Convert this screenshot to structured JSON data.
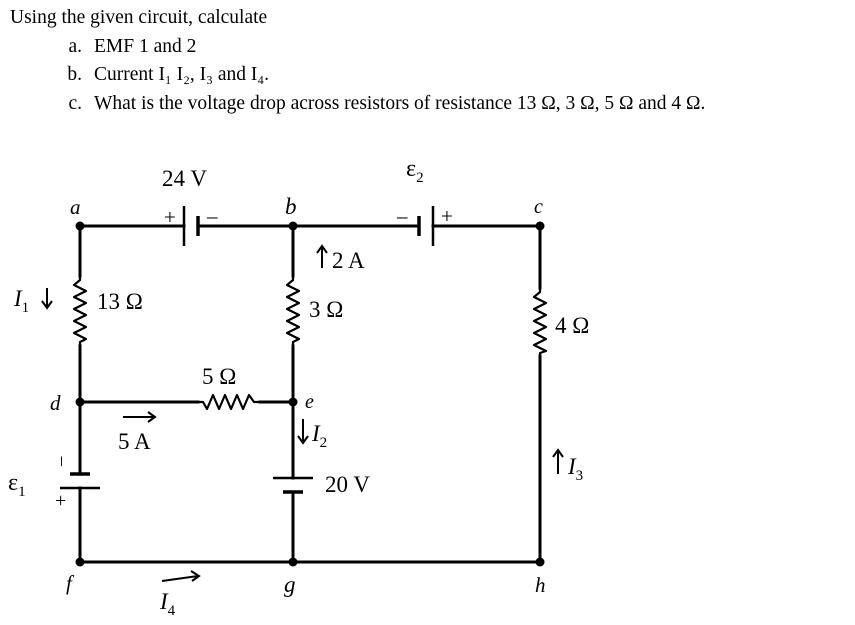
{
  "question": {
    "intro": "Using the given circuit, calculate",
    "items": [
      {
        "marker": "a.",
        "text": "EMF 1 and 2"
      },
      {
        "marker": "b.",
        "text": "Current I₁ I₂, I₃ and I₄."
      },
      {
        "marker": "c.",
        "text": "What is the voltage drop across resistors of resistance 13 Ω, 3 Ω, 5 Ω and 4 Ω."
      }
    ]
  },
  "circuit": {
    "nodes": {
      "a": "a",
      "b": "b",
      "c": "c",
      "d": "d",
      "e": "e",
      "f": "f",
      "g": "g",
      "h": "h"
    },
    "battery_top_left": {
      "value": "24 V",
      "plus": "+",
      "minus": "–"
    },
    "battery_top_right": {
      "symbol": "ε",
      "subscript": "2",
      "plus": "+",
      "minus": "–"
    },
    "battery_left": {
      "symbol": "ε",
      "subscript": "1",
      "plus": "+",
      "minus": "–"
    },
    "battery_middle": {
      "value": "20 V"
    },
    "resistors": {
      "left": "13 Ω",
      "middle": "3 Ω",
      "horizontal": "5 Ω",
      "right": "4 Ω"
    },
    "currents": {
      "I1": {
        "symbol": "I",
        "subscript": "1"
      },
      "I2": {
        "symbol": "I",
        "subscript": "2"
      },
      "I3": {
        "symbol": "I",
        "subscript": "3"
      },
      "I4": {
        "symbol": "I",
        "subscript": "4"
      },
      "known_top": "2 A",
      "known_mid": "5 A"
    }
  }
}
